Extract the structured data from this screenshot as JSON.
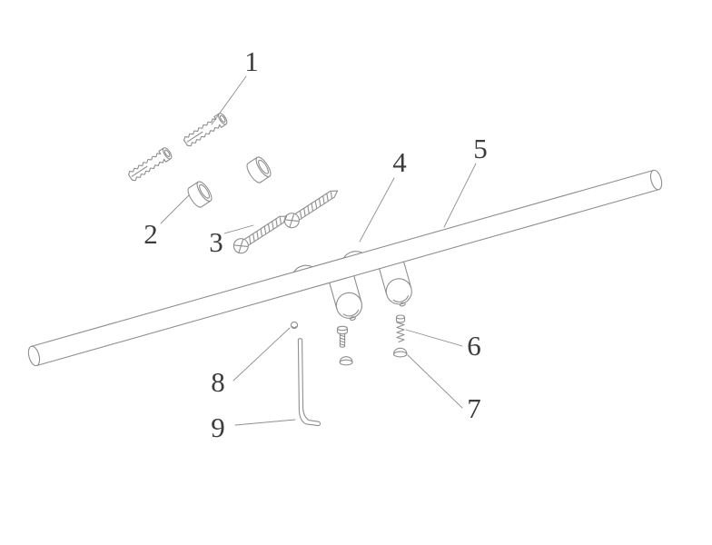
{
  "colors": {
    "background": "#ffffff",
    "line": "#8f8f8f",
    "label": "#3c3c3c"
  },
  "diagram": {
    "labels": [
      {
        "text": "1",
        "part": "wall-anchor"
      },
      {
        "text": "2",
        "part": "anchor-sleeve"
      },
      {
        "text": "3",
        "part": "mounting-screw"
      },
      {
        "text": "4",
        "part": "wall-bracket"
      },
      {
        "text": "5",
        "part": "bar"
      },
      {
        "text": "6",
        "part": "set-screw"
      },
      {
        "text": "7",
        "part": "cap-washer"
      },
      {
        "text": "8",
        "part": "grub-screw"
      },
      {
        "text": "9",
        "part": "hex-key"
      }
    ]
  }
}
